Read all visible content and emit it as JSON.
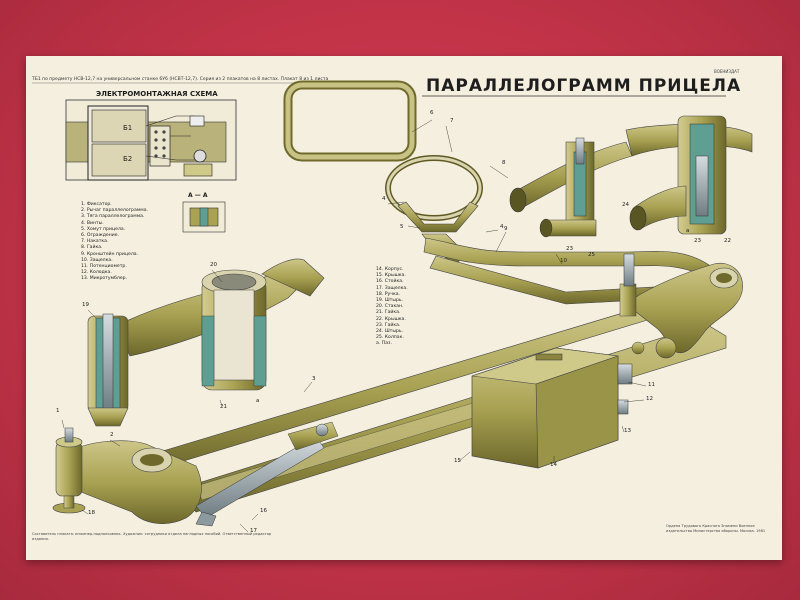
{
  "poster": {
    "title": "ПАРАЛЛЕЛОГРАММ ПРИЦЕЛА",
    "header_note": "ТБ1 по предмету НСВ-12,7 на универсальном станке 6У6 (НСВТ-12,7). Серия из 2 плакатов на 8 листах. Плакат 8 из 1 листа",
    "stamp": "ВОЕНИЗДАТ",
    "schema_title": "ЭЛЕКТРОМОНТАЖНАЯ СХЕМА",
    "battery_labels": [
      "Б1",
      "Б2"
    ],
    "section_label": "А — А",
    "bottom_note": "Составитель плаката: инженер-подполковник. Художник: сотрудники отдела наглядных пособий. Ответственный редактор издания.",
    "publisher": "Ордена Трудового Красного Знамени Военное издательство Министерства обороны. Москва. 1981"
  },
  "legend_left": [
    "1. Фиксатор.",
    "2. Рычаг параллелограмма.",
    "3. Тяга параллелограмма.",
    "4. Винты.",
    "5. Хомут прицела.",
    "6. Ограждение.",
    "7. Накатка.",
    "8. Гайка.",
    "9. Кронштейн прицела.",
    "10. Защелка.",
    "11. Потенциометр.",
    "12. Колодка.",
    "13. Микротумблер."
  ],
  "legend_right": [
    "14. Корпус.",
    "15. Крышка.",
    "16. Стойка.",
    "17. Защелка.",
    "18. Ручка.",
    "19. Штырь.",
    "20. Стакан.",
    "21. Гайка.",
    "22. Крышка.",
    "23. Гайка.",
    "24. Штырь.",
    "25. Колпак.",
    "а. Паз."
  ],
  "callouts": [
    "1",
    "2",
    "3",
    "4",
    "4",
    "5",
    "6",
    "7",
    "8",
    "9",
    "10",
    "11",
    "12",
    "13",
    "14",
    "15",
    "16",
    "17",
    "18",
    "19",
    "20",
    "21",
    "22",
    "23",
    "23",
    "24",
    "25",
    "а",
    "а"
  ],
  "colors": {
    "wall": "#c8354a",
    "paper": "#f4efdf",
    "olive": "#a9a253",
    "olive_dark": "#6f6a2c",
    "olive_light": "#cfc98a",
    "steel": "#8c9aa0",
    "teal_section": "#5f9e92"
  }
}
